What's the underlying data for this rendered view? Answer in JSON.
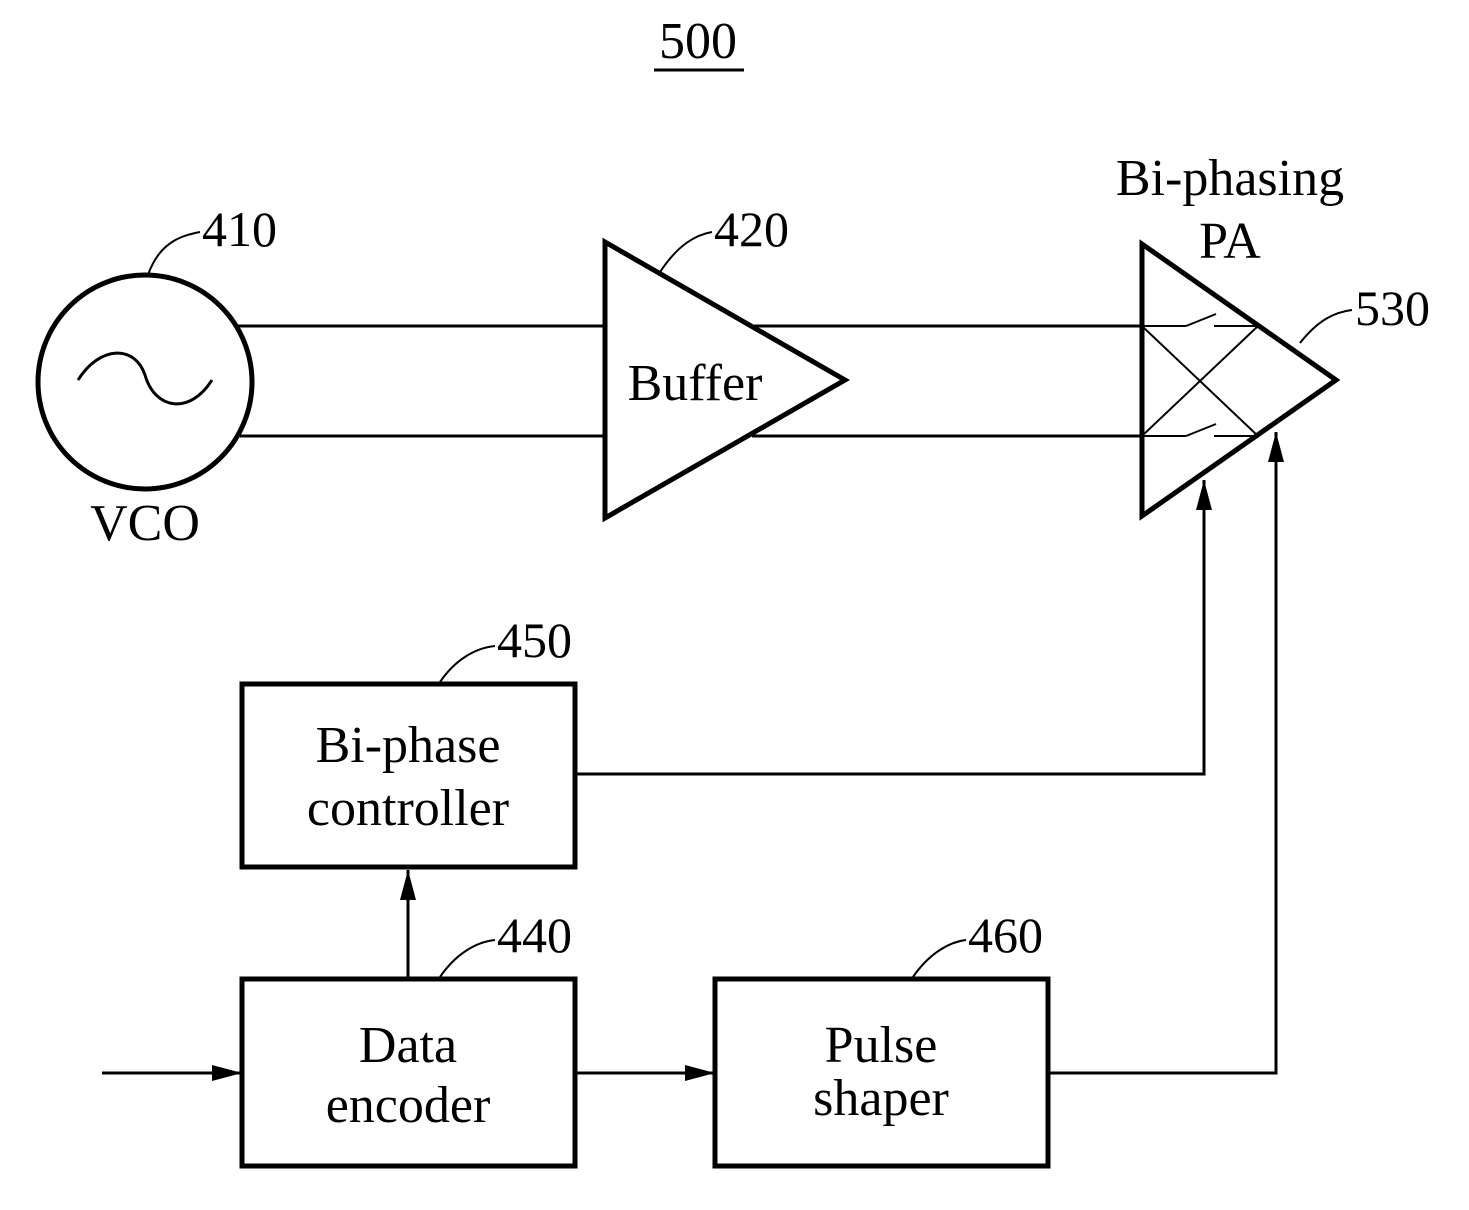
{
  "figure_number": "500",
  "vco": {
    "ref": "410",
    "label": "VCO"
  },
  "buffer": {
    "ref": "420",
    "label": "Buffer"
  },
  "pa": {
    "ref": "530",
    "label_line1": "Bi-phasing",
    "label_line2": "PA"
  },
  "biphase_controller": {
    "ref": "450",
    "line1": "Bi-phase",
    "line2": "controller"
  },
  "data_encoder": {
    "ref": "440",
    "line1": "Data",
    "line2": "encoder"
  },
  "pulse_shaper": {
    "ref": "460",
    "line1": "Pulse",
    "line2": "shaper"
  }
}
